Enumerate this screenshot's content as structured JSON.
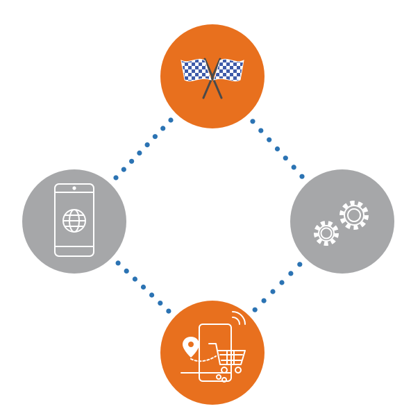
{
  "colors": {
    "orange": "#E8701E",
    "gray": "#A6A7A9",
    "dots": "#2B73B3",
    "icon_stroke": "#ffffff",
    "flag_check": "#3F5BA9",
    "flag_light": "#ffffff",
    "flag_pole": "#4A4A4A"
  },
  "nodes": [
    {
      "id": "top",
      "icon": "checkered-flags-icon",
      "fill": "orange"
    },
    {
      "id": "left",
      "icon": "smartphone-globe-icon",
      "fill": "gray"
    },
    {
      "id": "right",
      "icon": "gears-icon",
      "fill": "gray"
    },
    {
      "id": "bottom",
      "icon": "mobile-shopping-icon",
      "fill": "orange"
    }
  ]
}
